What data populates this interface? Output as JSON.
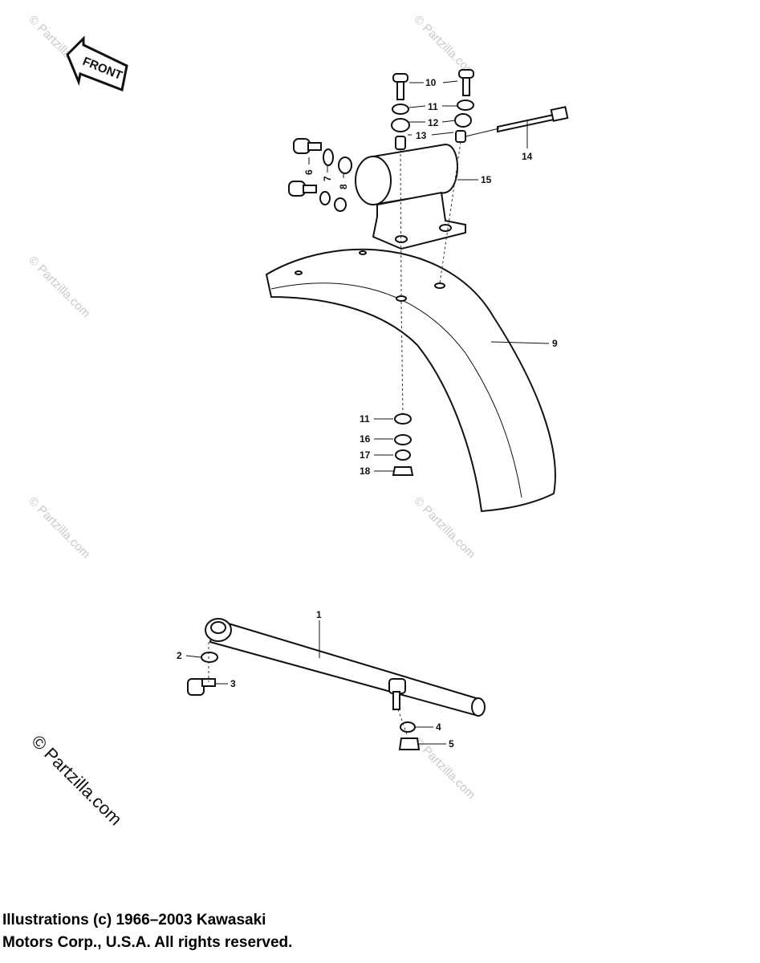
{
  "arrow_label": "FRONT",
  "callouts": {
    "c1": "1",
    "c2": "2",
    "c3": "3",
    "c4": "4",
    "c5": "5",
    "c6": "6",
    "c7": "7",
    "c8": "8",
    "c9": "9",
    "c10": "10",
    "c11a": "11",
    "c11b": "11",
    "c12": "12",
    "c13": "13",
    "c14": "14",
    "c15": "15",
    "c16": "16",
    "c17": "17",
    "c18": "18"
  },
  "watermark": "© Partzilla.com",
  "copyright": {
    "line1": "Illustrations (c) 1966–2003 Kawasaki",
    "line2": "Motors Corp., U.S.A.  All rights reserved."
  }
}
